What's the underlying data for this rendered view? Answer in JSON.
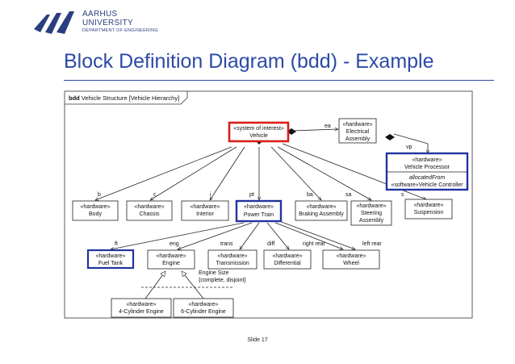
{
  "header": {
    "university_line1": "AARHUS",
    "university_line2": "UNIVERSITY",
    "department": "DEPARTMENT OF ENGINEERING",
    "title": "Block Definition Diagram (bdd) - Example"
  },
  "diagram": {
    "frame_keyword": "bdd",
    "frame_label": "Vehicle Structure [Vehicle Hierarchy]",
    "blocks": {
      "vehicle": {
        "stereotype": "«system of interest»",
        "name": "Vehicle"
      },
      "electrical": {
        "stereotype": "«hardware»",
        "name1": "Electrical",
        "name2": "Assembly"
      },
      "processor": {
        "stereotype": "«hardware»",
        "name": "Vehicle Processor",
        "alloc_label": "allocatedFrom",
        "alloc_value": "«software»Vehicle Controller"
      },
      "body": {
        "stereotype": "«hardware»",
        "name": "Body"
      },
      "chassis": {
        "stereotype": "«hardware»",
        "name": "Chassis"
      },
      "interior": {
        "stereotype": "«hardware»",
        "name": "Interior"
      },
      "powertrain": {
        "stereotype": "«hardware»",
        "name": "Power Train"
      },
      "braking": {
        "stereotype": "«hardware»",
        "name": "Braking Assembly"
      },
      "steering": {
        "stereotype": "«hardware»",
        "name1": "Steering",
        "name2": "Assembly"
      },
      "suspension": {
        "stereotype": "«hardware»",
        "name": "Suspension"
      },
      "fueltank": {
        "stereotype": "«hardware»",
        "name": "Fuel Tank"
      },
      "engine": {
        "stereotype": "«hardware»",
        "name": "Engine"
      },
      "transmission": {
        "stereotype": "«hardware»",
        "name": "Transmission"
      },
      "differential": {
        "stereotype": "«hardware»",
        "name": "Differential"
      },
      "wheel": {
        "stereotype": "«hardware»",
        "name": "Wheel"
      },
      "cyl4": {
        "stereotype": "«hardware»",
        "name": "4-Cylinder Engine"
      },
      "cyl6": {
        "stereotype": "«hardware»",
        "name": "6-Cylinder Engine"
      }
    },
    "roles": {
      "ea": "ea",
      "vp": "vp",
      "b": "b",
      "c": "c",
      "i": "i",
      "pt": "pt",
      "ba": "ba",
      "sa": "sa",
      "s": "s",
      "ft": "ft",
      "eng": "eng",
      "trans": "trans",
      "diff": "diff",
      "right_rear": "right rear",
      "left_rear": "left rear"
    },
    "generalization_set": {
      "line1": "Engine Size",
      "line2": "{complete, disjoint}"
    }
  },
  "colors": {
    "title": "#2c4aa8",
    "highlight_red": "#d91e18",
    "highlight_blue": "#2233a0"
  },
  "footer": {
    "slide": "Slide 17"
  }
}
